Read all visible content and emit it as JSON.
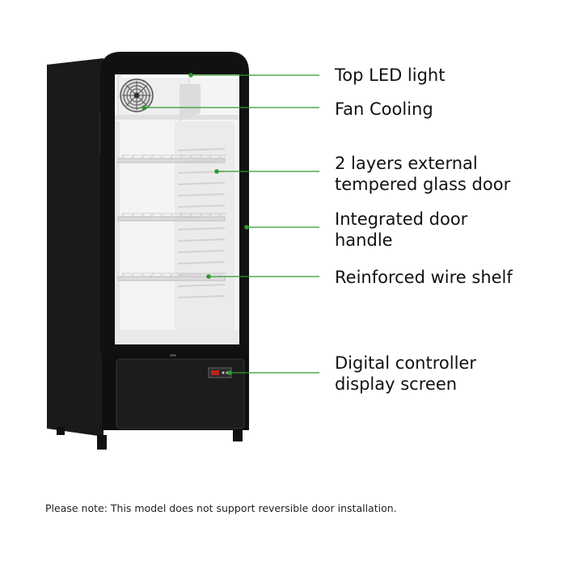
{
  "colors": {
    "cabinet": "#111111",
    "interior": "#f4f4f4",
    "shelf": "#e3e3e3",
    "callout_line": "#2e9b2e",
    "text": "#111111"
  },
  "callouts": [
    {
      "id": "top-led-light",
      "lines": [
        "Top LED light"
      ]
    },
    {
      "id": "fan-cooling",
      "lines": [
        "Fan Cooling"
      ]
    },
    {
      "id": "glass-door",
      "lines": [
        "2 layers external",
        "tempered glass door"
      ]
    },
    {
      "id": "door-handle",
      "lines": [
        "Integrated door",
        "handle"
      ]
    },
    {
      "id": "wire-shelf",
      "lines": [
        "Reinforced wire shelf"
      ]
    },
    {
      "id": "controller",
      "lines": [
        "Digital controller",
        "display screen"
      ]
    }
  ],
  "note": "Please note: This model does not support reversible door installation."
}
